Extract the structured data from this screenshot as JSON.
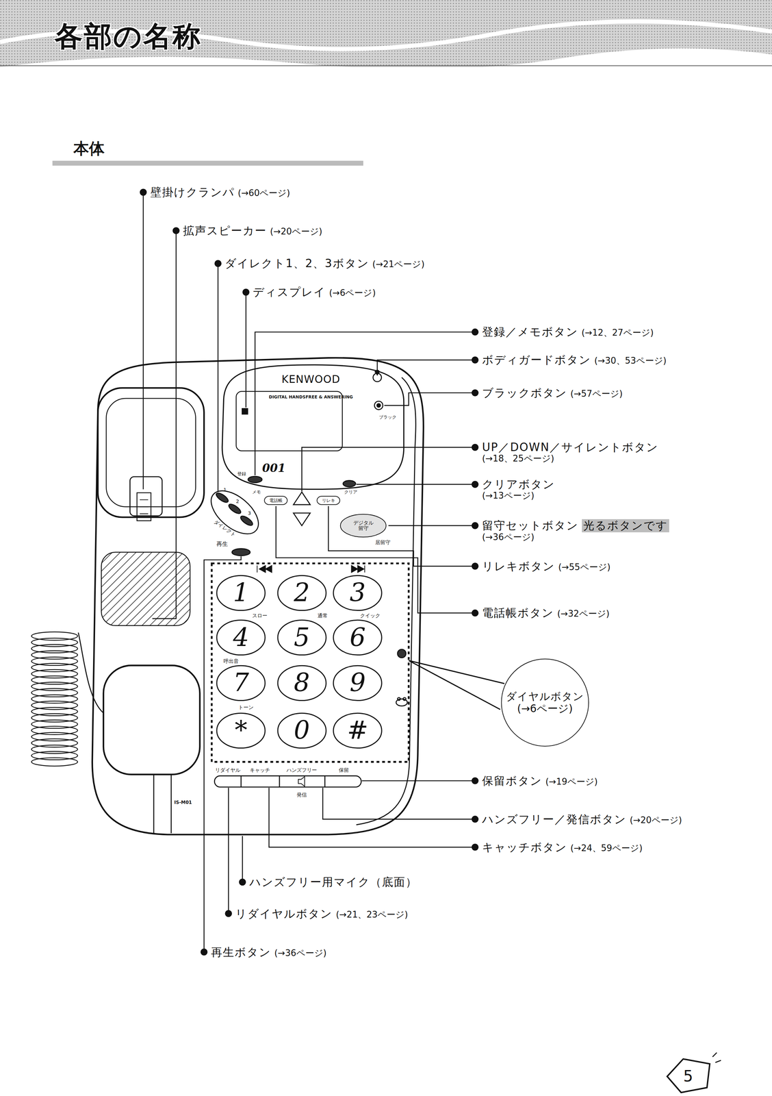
{
  "diagram": {
    "title": "各部の名称",
    "nodes": [
      {
        "text": [
          "電話帳"
        ]
      },
      {
        "text": [
          "リレキ"
        ]
      },
      {
        "text": [
          "デジタル",
          "留守"
        ]
      },
      {
        "text": [
          "1"
        ]
      },
      {
        "text": [
          "2"
        ]
      },
      {
        "text": [
          "3"
        ]
      },
      {
        "text": [
          "4"
        ]
      },
      {
        "text": [
          "5"
        ]
      },
      {
        "text": [
          "6"
        ]
      },
      {
        "text": [
          "7"
        ]
      },
      {
        "text": [
          "8"
        ]
      },
      {
        "text": [
          "9"
        ]
      },
      {
        "text": [
          "*"
        ]
      },
      {
        "text": [
          "0"
        ]
      },
      {
        "text": [
          "#"
        ]
      },
      {
        "text": [
          "ダイヤルボタン",
          "(→6ページ)"
        ]
      }
    ],
    "labels": [
      "本体",
      "壁掛けクランパ",
      "(→60ページ)",
      "拡声スピーカー",
      "(→20ページ)",
      "ダイレクト1、2、3ボタン",
      "(→21ページ)",
      "ディスプレイ",
      "(→6ページ)",
      "登録／メモボタン",
      "(→12、27ページ)",
      "ボディガードボタン",
      "(→30、53ページ)",
      "ブラックボタン",
      "(→57ページ)",
      "UP／DOWN／サイレントボタン",
      "(→18、25ページ)",
      "クリアボタン",
      "(→13ページ)",
      "留守セットボタン",
      "光るボタンです",
      "(→36ページ)",
      "リレキボタン",
      "(→55ページ)",
      "電話帳ボタン",
      "(→32ページ)",
      "保留ボタン",
      "(→19ページ)",
      "ハンズフリー／発信ボタン",
      "(→20ページ)",
      "キャッチボタン",
      "(→24、59ページ)",
      "ハンズフリー用マイク（底面）",
      "リダイヤルボタン",
      "(→21、23ページ)",
      "再生ボタン",
      "(→36ページ)",
      "KENWOOD",
      "DIGITAL HANDSFREE & ANSWERING",
      "001",
      "登録",
      "メモ",
      "クリア",
      "ブラック",
      "居留守",
      "再生",
      "1",
      "2",
      "3",
      "ダイレクト",
      "スロー",
      "通常",
      "クイック",
      "呼出音",
      "トーン",
      "リダイヤル",
      "キャッチ",
      "ハンズフリー",
      "保留",
      "発信",
      "IS-M01",
      "5"
    ]
  }
}
